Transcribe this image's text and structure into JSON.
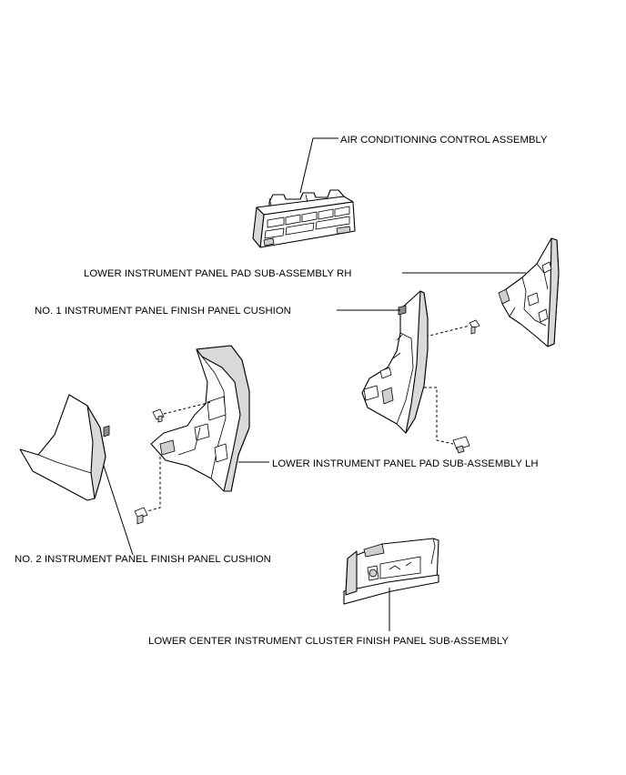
{
  "labels": {
    "air_conditioning": "AIR CONDITIONING CONTROL ASSEMBLY",
    "lower_pad_rh": "LOWER INSTRUMENT PANEL PAD SUB-ASSEMBLY RH",
    "no1_cushion": "NO. 1 INSTRUMENT PANEL FINISH PANEL CUSHION",
    "lower_pad_lh": "LOWER INSTRUMENT PANEL PAD SUB-ASSEMBLY LH",
    "no2_cushion": "NO. 2 INSTRUMENT PANEL FINISH PANEL CUSHION",
    "lower_center_cluster": "LOWER CENTER INSTRUMENT CLUSTER FINISH PANEL SUB-ASSEMBLY"
  }
}
